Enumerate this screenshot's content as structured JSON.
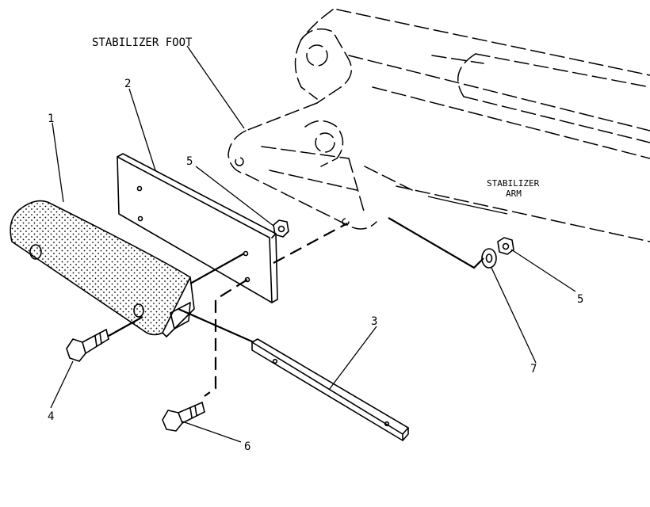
{
  "labels": {
    "stabilizer_foot": "STABILIZER FOOT",
    "stabilizer_arm_line1": "STABILIZER",
    "stabilizer_arm_line2": "ARM"
  },
  "callouts": {
    "p1": "1",
    "p2": "2",
    "p3": "3",
    "p4": "4",
    "p5_top": "5",
    "p5_right": "5",
    "p6": "6",
    "p7": "7"
  }
}
